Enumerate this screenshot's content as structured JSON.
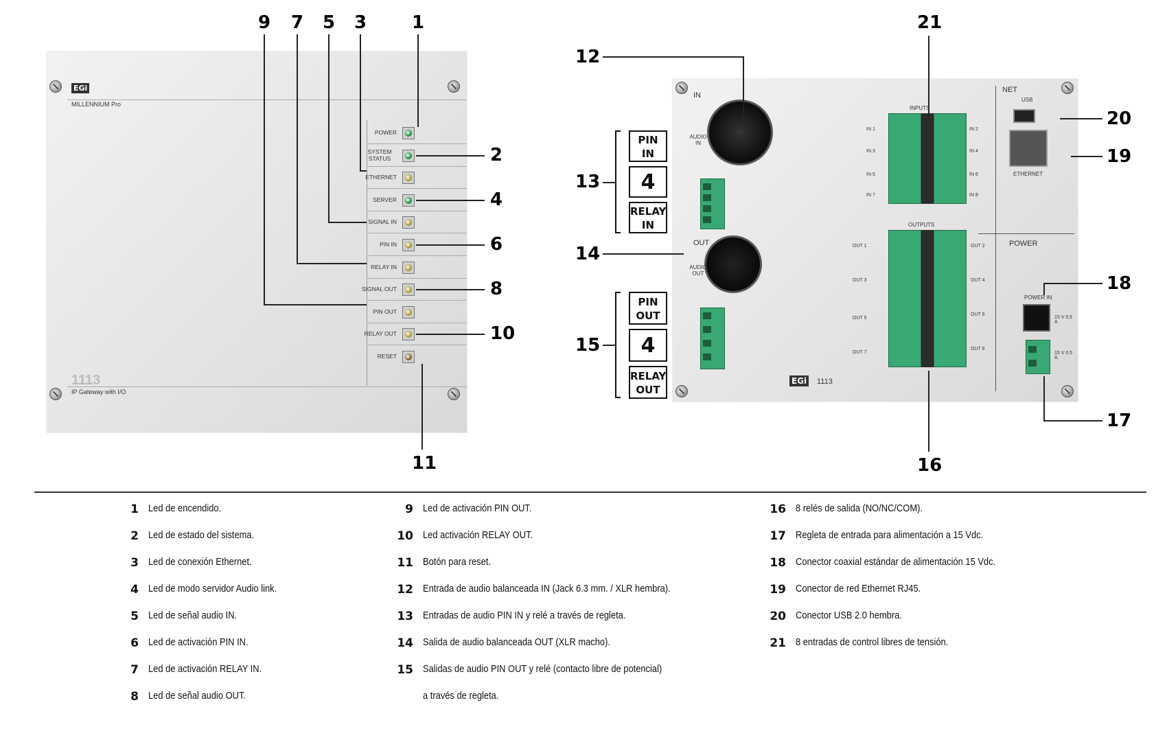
{
  "front": {
    "brand": "EGi",
    "model_name": "MILLENNIUM Pro",
    "model_number": "1113",
    "subtitle": "IP Gateway with I/O",
    "indicators": [
      {
        "label": "POWER",
        "color": "#1e9a4a"
      },
      {
        "label": "SYSTEM STATUS",
        "color": "#1e9a4a"
      },
      {
        "label": "ETHERNET",
        "color": "#b4a23a"
      },
      {
        "label": "SERVER",
        "color": "#1e9a4a"
      },
      {
        "label": "SIGNAL IN",
        "color": "#b4a23a"
      },
      {
        "label": "PIN IN",
        "color": "#b4a23a"
      },
      {
        "label": "RELAY IN",
        "color": "#b4a23a"
      },
      {
        "label": "SIGNAL OUT",
        "color": "#b4a23a"
      },
      {
        "label": "PIN OUT",
        "color": "#b4a23a"
      },
      {
        "label": "RELAY OUT",
        "color": "#b4a23a"
      },
      {
        "label": "RESET",
        "color": "#8a6a2a"
      }
    ],
    "callouts_top": [
      "9",
      "7",
      "5",
      "3",
      "1"
    ],
    "callouts_right": [
      "2",
      "4",
      "6",
      "8",
      "10"
    ],
    "callout_bottom": "11"
  },
  "rear": {
    "in_label": "IN",
    "out_label": "OUT",
    "audio_in": "AUDIO IN",
    "audio_out": "AUDIO OUT",
    "inputs_label": "INPUTS",
    "outputs_label": "OUTPUTS",
    "net_label": "NET",
    "usb_label": "USB",
    "ethernet_label": "ETHERNET",
    "power_label": "POWER",
    "power_in_label": "POWER IN",
    "volt1": "15 V 0.5 A",
    "volt2": "15 V 0.5 A",
    "brand": "EGi",
    "model_number": "1113",
    "in_channels": [
      "IN 1",
      "IN 3",
      "IN 5",
      "IN 7",
      "IN 2",
      "IN 4",
      "IN 6",
      "IN 8"
    ],
    "out_channels": [
      "OUT 1",
      "OUT 3",
      "OUT 5",
      "OUT 7",
      "OUT 2",
      "OUT 4",
      "OUT 6",
      "OUT 8"
    ],
    "box13": {
      "top": "PIN IN",
      "mid": "4",
      "bottom": "RELAY IN"
    },
    "box15": {
      "top": "PIN OUT",
      "mid": "4",
      "bottom": "RELAY OUT"
    },
    "callouts": {
      "c12": "12",
      "c13": "13",
      "c14": "14",
      "c15": "15",
      "c16": "16",
      "c17": "17",
      "c18": "18",
      "c19": "19",
      "c20": "20",
      "c21": "21"
    }
  },
  "legend": {
    "col1": [
      {
        "n": "1",
        "t": "Led de encendido."
      },
      {
        "n": "2",
        "t": "Led de estado del sistema."
      },
      {
        "n": "3",
        "t": "Led de conexión Ethernet."
      },
      {
        "n": "4",
        "t": "Led de modo servidor Audio link."
      },
      {
        "n": "5",
        "t": "Led de señal audio IN."
      },
      {
        "n": "6",
        "t": "Led de activación PIN IN."
      },
      {
        "n": "7",
        "t": "Led de activación RELAY IN."
      },
      {
        "n": "8",
        "t": "Led de señal audio OUT."
      }
    ],
    "col2": [
      {
        "n": "9",
        "t": "Led de activación PIN OUT."
      },
      {
        "n": "10",
        "t": "Led activación RELAY OUT."
      },
      {
        "n": "11",
        "t": "Botón para reset."
      },
      {
        "n": "12",
        "t": "Entrada de audio balanceada IN (Jack 6.3 mm. / XLR hembra)."
      },
      {
        "n": "13",
        "t": "Entradas de audio PIN IN y relé a través de regleta."
      },
      {
        "n": "14",
        "t": "Salida de audio balanceada OUT (XLR macho)."
      },
      {
        "n": "15",
        "t": "Salidas de audio PIN OUT y relé (contacto libre de potencial)"
      },
      {
        "n": "",
        "t": "a través de regleta."
      }
    ],
    "col3": [
      {
        "n": "16",
        "t": "8 relés de salida (NO/NC/COM)."
      },
      {
        "n": "17",
        "t": "Regleta de entrada para alimentación a 15 Vdc."
      },
      {
        "n": "18",
        "t": "Conector coaxial estándar de alimentación 15 Vdc."
      },
      {
        "n": "19",
        "t": "Conector de red Ethernet RJ45."
      },
      {
        "n": "20",
        "t": "Conector USB 2.0 hembra."
      },
      {
        "n": "21",
        "t": "8 entradas de control libres de tensión."
      }
    ]
  }
}
